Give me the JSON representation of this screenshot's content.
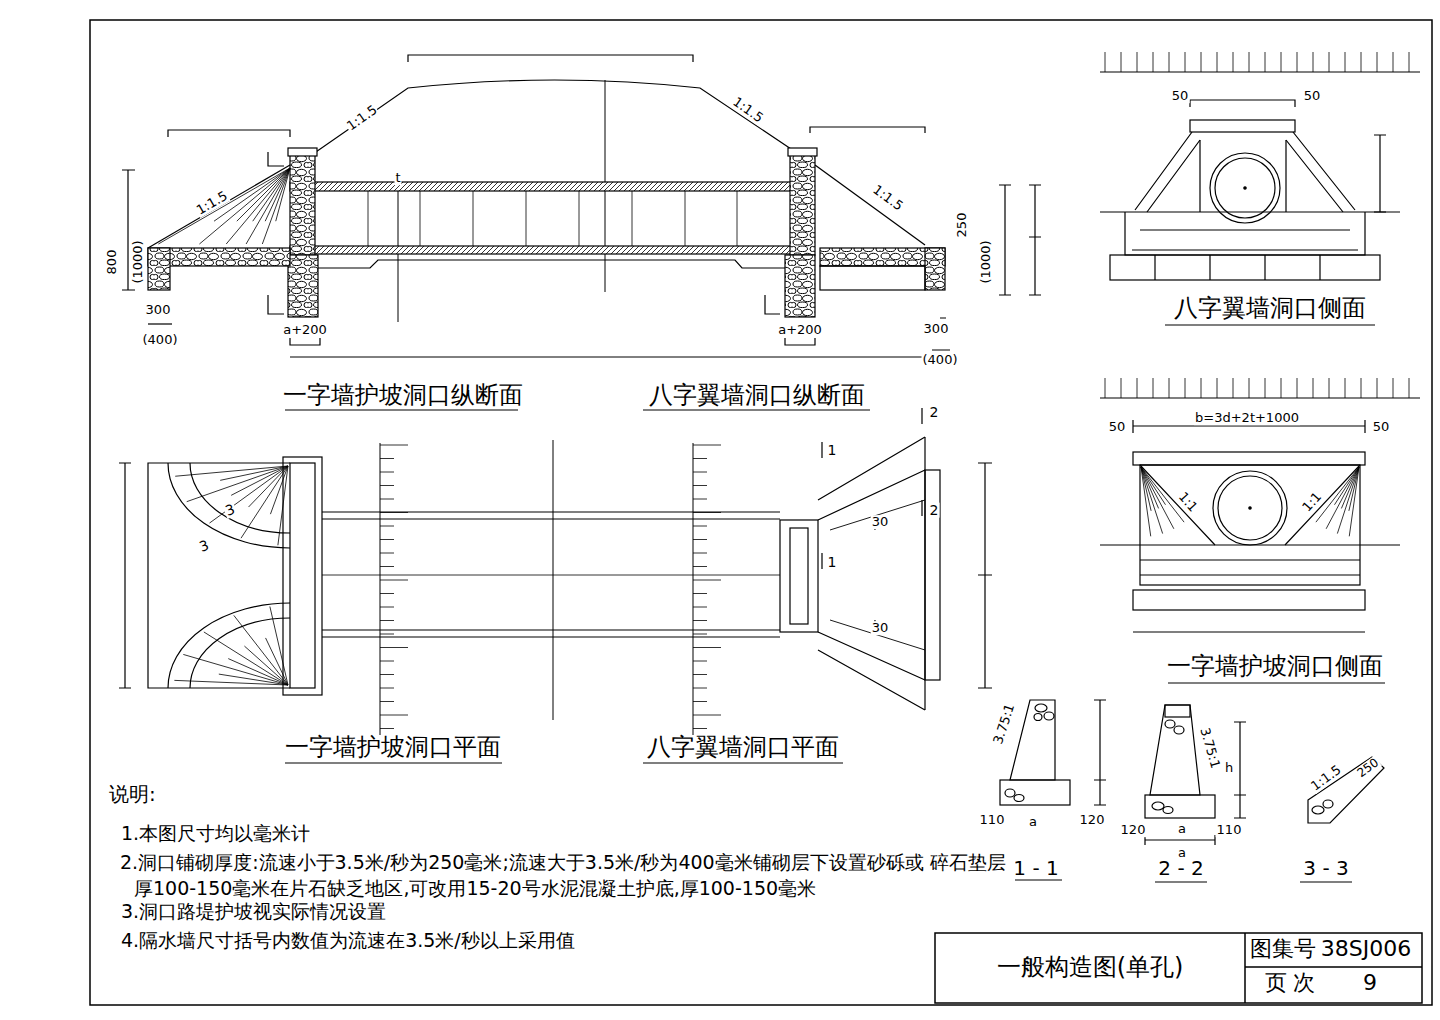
{
  "diagram": {
    "labels": [
      "1:1.5",
      "1:1.5",
      "1:1.5",
      "1:1.5",
      "t",
      "800",
      "(1000)",
      "300",
      "(400)",
      "a+200",
      "a+200",
      "250",
      "(1000)",
      "300",
      "(400)",
      "一字墙护坡洞口纵断面",
      "八字翼墙洞口纵断面",
      "3",
      "3",
      "1",
      "2",
      "2",
      "1",
      "30",
      "30",
      "一字墙护坡洞口平面",
      "八字翼墙洞口平面",
      "50",
      "50",
      "八字翼墙洞口侧面",
      "50",
      "b=3d+2t+1000",
      "50",
      "1:1",
      "1:1",
      "一字墙护坡洞口侧面",
      "3.75:1",
      "110",
      "a",
      "120",
      "1 - 1",
      "3.75:1",
      "h",
      "120",
      "a",
      "110",
      "a",
      "2 - 2",
      "1:1.5",
      "250",
      "3 - 3",
      "说明:",
      "1.本图尺寸均以毫米计",
      "2.洞口铺砌厚度:流速小于3.5米/秒为250毫米;流速大于3.5米/秒为400毫米铺砌层下设置砂砾或 碎石垫层厚100-150毫米在片石缺乏地区,可改用15-20号水泥混凝土护底,厚100-150毫米",
      "3.洞口路堤护坡视实际情况设置",
      "4.隔水墙尺寸括号内数值为流速在3.5米/秒以上采用值",
      "一般构造图(单孔)",
      "图集号",
      "38SJ006",
      "页 次",
      "9"
    ]
  }
}
